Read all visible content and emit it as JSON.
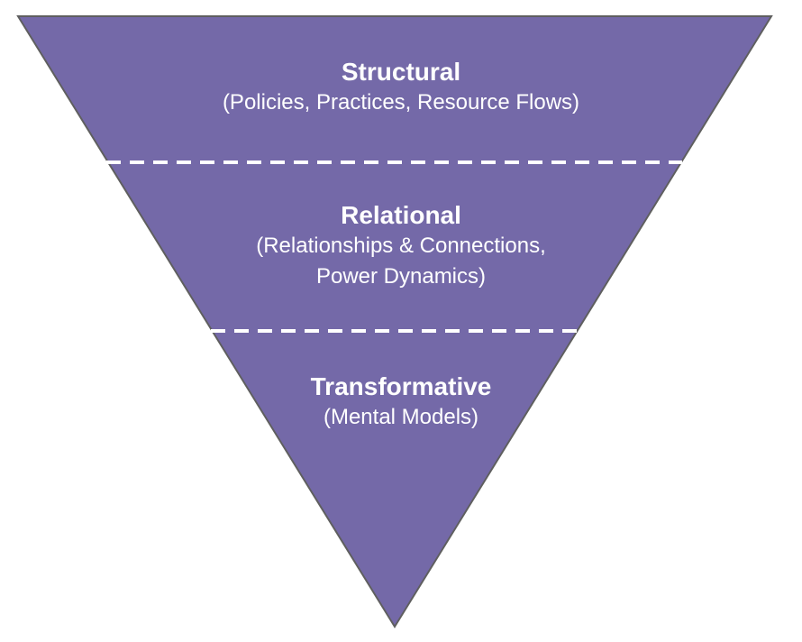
{
  "diagram": {
    "type": "inverted-pyramid",
    "fill_color": "#7469A8",
    "outline_color": "#5f5f5f",
    "divider_color": "#ffffff",
    "levels": [
      {
        "title": "Structural",
        "subtitle_lines": [
          "(Policies, Practices, Resource Flows)"
        ]
      },
      {
        "title": "Relational",
        "subtitle_lines": [
          "(Relationships & Connections,",
          "Power Dynamics)"
        ]
      },
      {
        "title": "Transformative",
        "subtitle_lines": [
          "(Mental Models)"
        ]
      }
    ]
  }
}
